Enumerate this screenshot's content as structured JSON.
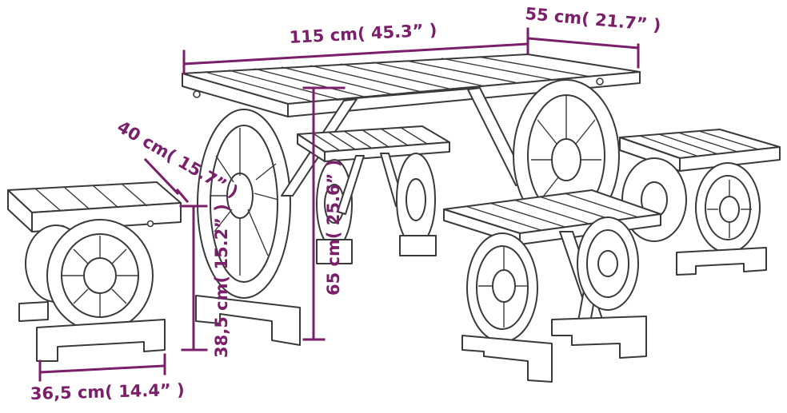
{
  "dimensions": {
    "table_length": "115 cm( 45.3”  )",
    "table_width": "55 cm( 21.7”  )",
    "table_height": "65 cm( 25.6” )",
    "stool_depth": "40 cm( 15.7” )",
    "stool_height": "38,5 cm( 15.2” )",
    "stool_width": "36,5 cm( 14.4”  )"
  },
  "colors": {
    "dimension": "#7b1f6a",
    "outline": "#3a3a3a",
    "background": "#ffffff"
  }
}
